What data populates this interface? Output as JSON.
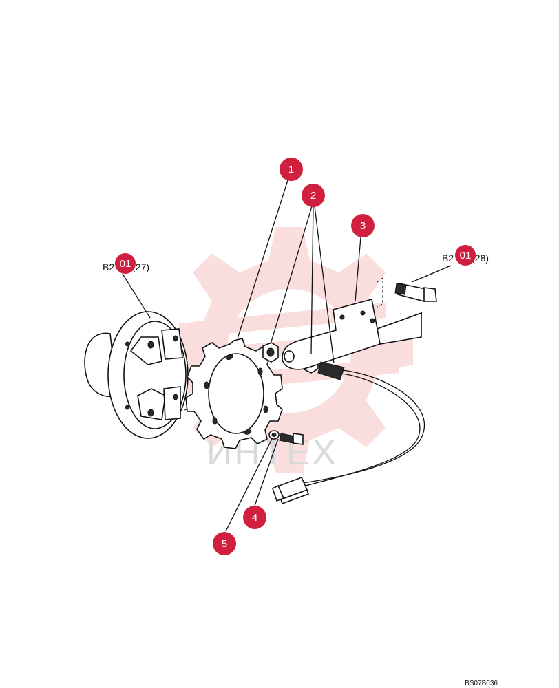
{
  "callouts": [
    {
      "id": "1",
      "label": "1"
    },
    {
      "id": "2",
      "label": "2"
    },
    {
      "id": "3",
      "label": "3"
    },
    {
      "id": "4",
      "label": "4"
    },
    {
      "id": "5",
      "label": "5"
    }
  ],
  "references": [
    {
      "prefix": "B2",
      "marker": "01",
      "suffix": "(27)"
    },
    {
      "prefix": "B2",
      "marker": "01",
      "suffix": "(28)"
    }
  ],
  "drawing_code": "BS07B036",
  "watermark_text": "ИНТЕХ",
  "colors": {
    "callout": "#d11f3f",
    "line": "#111111",
    "watermark": "#f7c4c4"
  }
}
